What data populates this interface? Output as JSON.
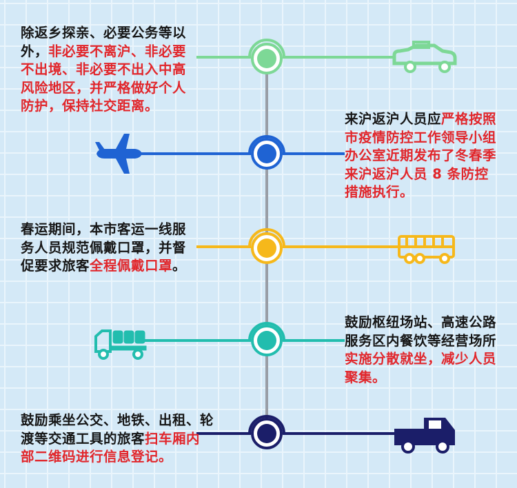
{
  "colors": {
    "green": "#7dd896",
    "blue": "#1f63d3",
    "yellow": "#f6b81b",
    "teal": "#22bdae",
    "navy": "#1b1e69",
    "red": "#e1262b",
    "spine": "#9a9ea6"
  },
  "items": [
    {
      "icon": "taxi-icon",
      "segments": [
        {
          "t": "除返乡探亲、必要公务等以外，"
        },
        {
          "t": "非必要不离沪、非必要不出境、非必要不出入中高风险地区，并严格做好个人防护，保持社交距离。"
        }
      ]
    },
    {
      "icon": "airplane-icon",
      "segments": [
        {
          "t": "来沪返沪人员应"
        },
        {
          "t": "严格按照市疫情防控工作领导小组办公室近期发布了冬春季来沪返沪人员 8 条防控措施执行。"
        }
      ]
    },
    {
      "icon": "bus-icon",
      "segments": [
        {
          "t": "春运期间，本市客运一线服务人员规范佩戴口罩，并督促要求旅客"
        },
        {
          "t": "全程佩戴口罩"
        },
        {
          "t": "。"
        }
      ]
    },
    {
      "icon": "truck-icon",
      "segments": [
        {
          "t": "鼓励枢纽场站、高速公路服务区内餐饮等经营场所"
        },
        {
          "t": "实施分散就坐，减少人员聚集。"
        }
      ]
    },
    {
      "icon": "pickup-truck-icon",
      "segments": [
        {
          "t": "鼓励乘坐公交、地铁、出租、轮渡等交通工具的旅客"
        },
        {
          "t": "扫车厢内部二维码进行信息登记。"
        }
      ]
    }
  ]
}
